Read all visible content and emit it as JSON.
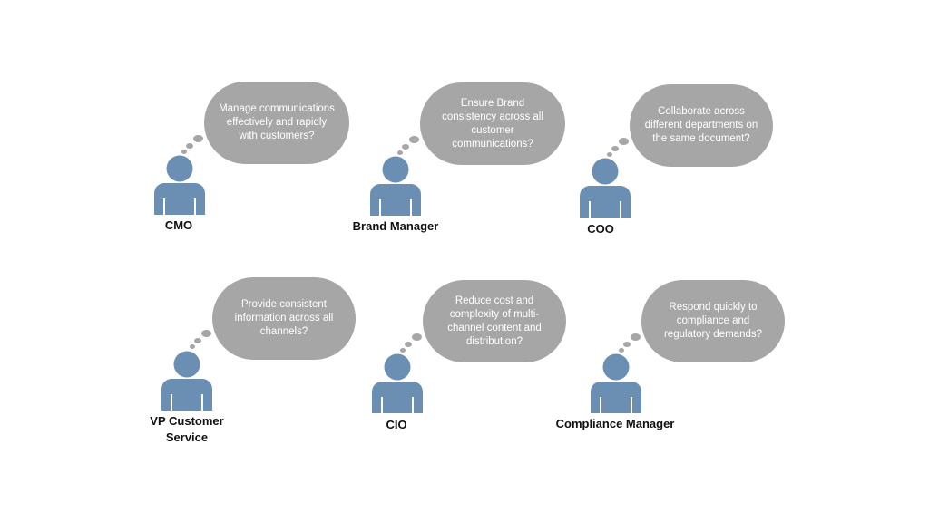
{
  "colors": {
    "bubble": "#a6a6a6",
    "person": "#6a8fb3",
    "bubble_text": "#ffffff",
    "label": "#111111"
  },
  "personas": [
    {
      "role": "CMO",
      "question": "Manage communications effectively and rapidly with customers?",
      "icon": "person-icon"
    },
    {
      "role": "Brand Manager",
      "question": "Ensure Brand consistency across all customer communications?",
      "icon": "person-icon"
    },
    {
      "role": "COO",
      "question": "Collaborate across different departments on the same document?",
      "icon": "person-icon"
    },
    {
      "role": "VP Customer Service",
      "question": "Provide consistent information across all channels?",
      "icon": "person-icon"
    },
    {
      "role": "CIO",
      "question": "Reduce cost and complexity of multi-channel content and distribution?",
      "icon": "person-icon"
    },
    {
      "role": "Compliance Manager",
      "question": "Respond quickly to compliance and regulatory demands?",
      "icon": "person-icon"
    }
  ]
}
